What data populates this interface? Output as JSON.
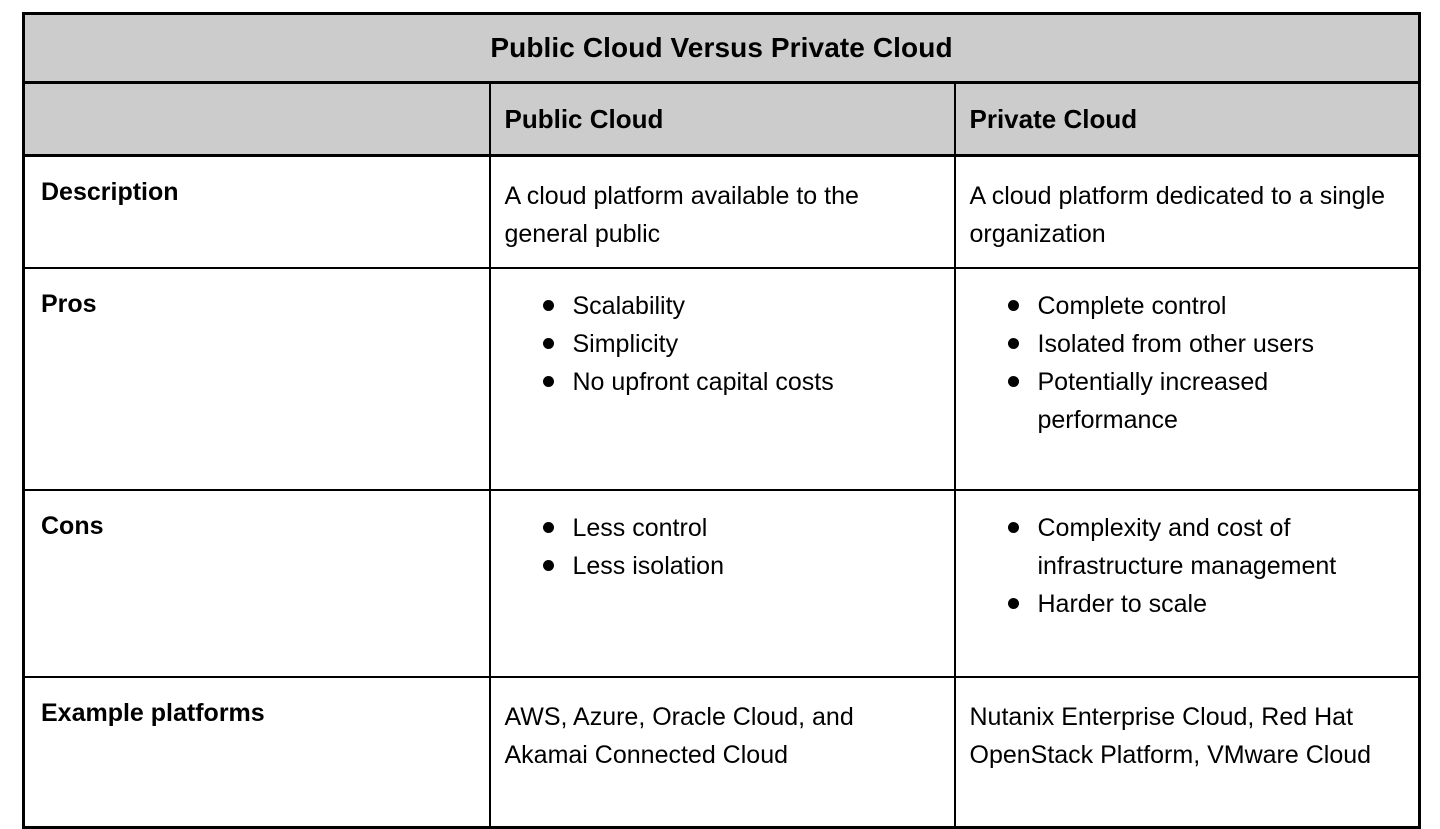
{
  "table": {
    "title": "Public Cloud Versus Private Cloud",
    "colors": {
      "header_background": "#cccccc",
      "body_background": "#ffffff",
      "border": "#000000",
      "text": "#000000"
    },
    "columns": [
      {
        "key": "label",
        "header": ""
      },
      {
        "key": "public",
        "header": "Public Cloud"
      },
      {
        "key": "private",
        "header": "Private Cloud"
      }
    ],
    "rows": [
      {
        "label": "Description",
        "public": {
          "type": "paragraph",
          "text": "A cloud platform available to the general public"
        },
        "private": {
          "type": "paragraph",
          "text": "A cloud platform dedicated to a single organization"
        }
      },
      {
        "label": "Pros",
        "public": {
          "type": "bullets",
          "items": [
            "Scalability",
            "Simplicity",
            "No upfront capital costs"
          ]
        },
        "private": {
          "type": "bullets",
          "items": [
            "Complete control",
            "Isolated from other users",
            "Potentially increased performance"
          ]
        }
      },
      {
        "label": "Cons",
        "public": {
          "type": "bullets",
          "items": [
            "Less control",
            "Less isolation"
          ]
        },
        "private": {
          "type": "bullets",
          "items": [
            "Complexity and cost of infrastructure management",
            "Harder to scale"
          ]
        }
      },
      {
        "label": "Example platforms",
        "public": {
          "type": "paragraph",
          "text": "AWS, Azure, Oracle Cloud, and Akamai Connected Cloud"
        },
        "private": {
          "type": "paragraph",
          "text": "Nutanix Enterprise Cloud, Red Hat OpenStack Platform, VMware Cloud"
        }
      }
    ]
  }
}
